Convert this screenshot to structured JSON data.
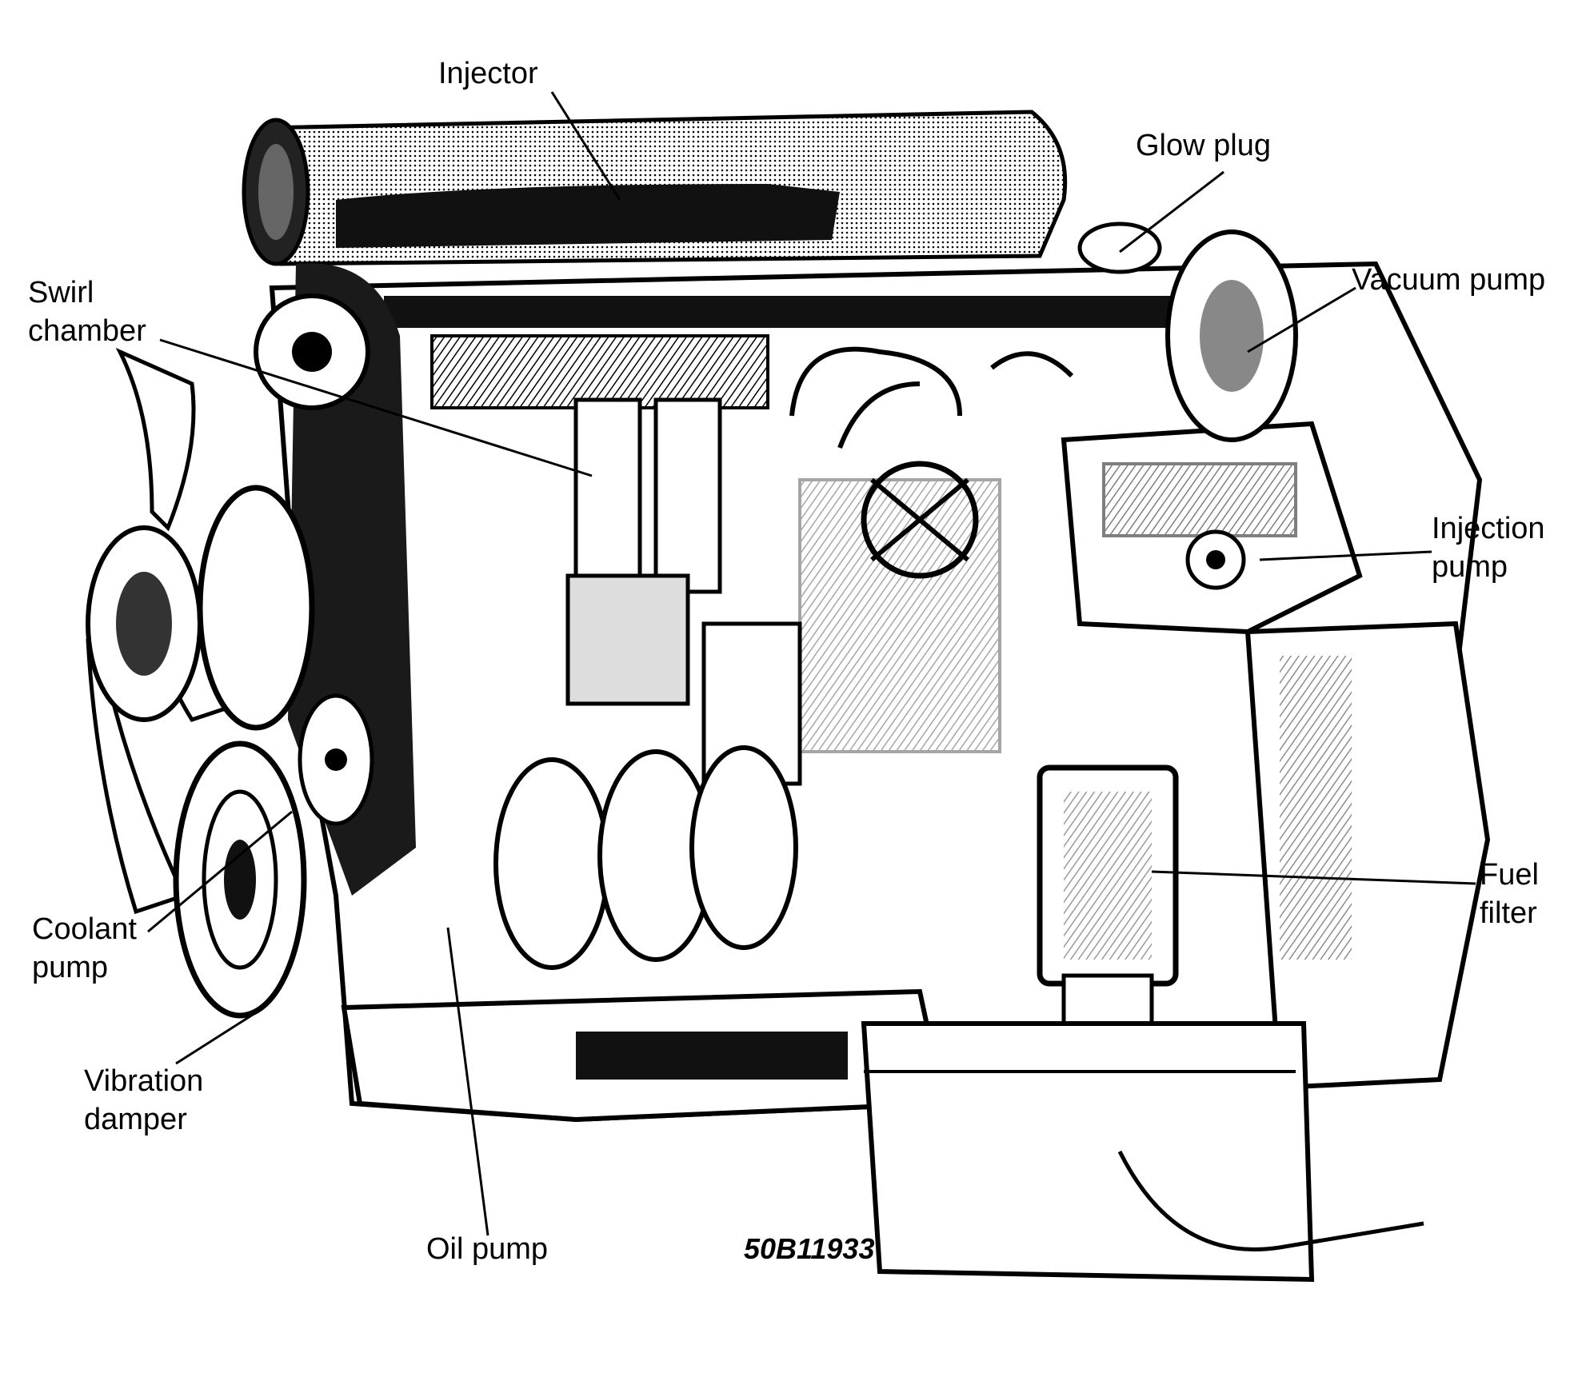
{
  "labels": {
    "injector": "Injector",
    "glow_plug": "Glow plug",
    "vacuum_pump": "Vacuum pump",
    "swirl_chamber": "Swirl\nchamber",
    "injection_pump": "Injection\npump",
    "fuel_filter": "Fuel\nfilter",
    "coolant_pump": "Coolant\npump",
    "vibration_damper": "Vibration\ndamper",
    "oil_pump": "Oil pump"
  },
  "figure_code": "50B11933",
  "colors": {
    "ink": "#000000",
    "paper": "#ffffff",
    "mid": "#9a9a9a",
    "light": "#d9d9d9"
  }
}
